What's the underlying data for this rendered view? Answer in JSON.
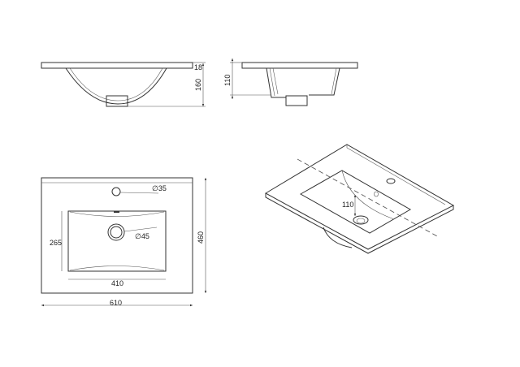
{
  "front_view": {
    "dim_rim": "18",
    "dim_depth": "160"
  },
  "side_view": {
    "dim_height": "110"
  },
  "plan_view": {
    "tap_hole": "∅35",
    "drain": "∅45",
    "basin_depth": "265",
    "basin_width": "410",
    "overall_depth": "460",
    "overall_width": "610"
  },
  "iso_view": {
    "dim_drain": "110"
  },
  "colors": {
    "line": "#333333",
    "background": "#ffffff"
  }
}
